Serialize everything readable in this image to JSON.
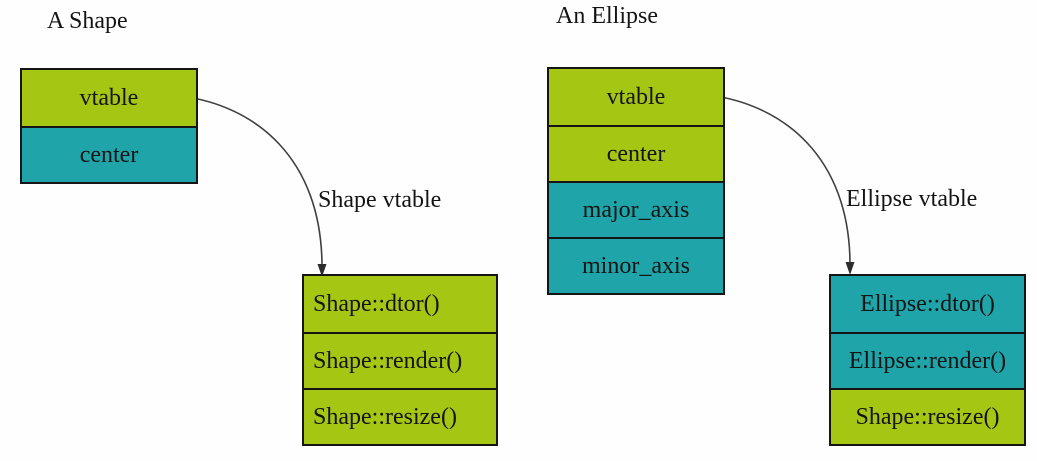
{
  "colors": {
    "green": "#a5c714",
    "teal": "#1fa5a9",
    "border": "#151515",
    "arrow": "#3f3f3f",
    "text": "#141414",
    "background": "#fefefe"
  },
  "left": {
    "title": "A Shape",
    "object_box": {
      "rows": [
        {
          "label": "vtable",
          "color": "green"
        },
        {
          "label": "center",
          "color": "teal"
        }
      ]
    },
    "pointer_label": "Shape vtable",
    "vtable_box": {
      "rows": [
        {
          "label": "Shape::dtor()",
          "color": "green"
        },
        {
          "label": "Shape::render()",
          "color": "green"
        },
        {
          "label": "Shape::resize()",
          "color": "green"
        }
      ]
    }
  },
  "right": {
    "title": "An Ellipse",
    "object_box": {
      "rows": [
        {
          "label": "vtable",
          "color": "green"
        },
        {
          "label": "center",
          "color": "green"
        },
        {
          "label": "major_axis",
          "color": "teal"
        },
        {
          "label": "minor_axis",
          "color": "teal"
        }
      ]
    },
    "pointer_label": "Ellipse vtable",
    "vtable_box": {
      "rows": [
        {
          "label": "Ellipse::dtor()",
          "color": "teal"
        },
        {
          "label": "Ellipse::render()",
          "color": "teal"
        },
        {
          "label": "Shape::resize()",
          "color": "green"
        }
      ]
    }
  }
}
